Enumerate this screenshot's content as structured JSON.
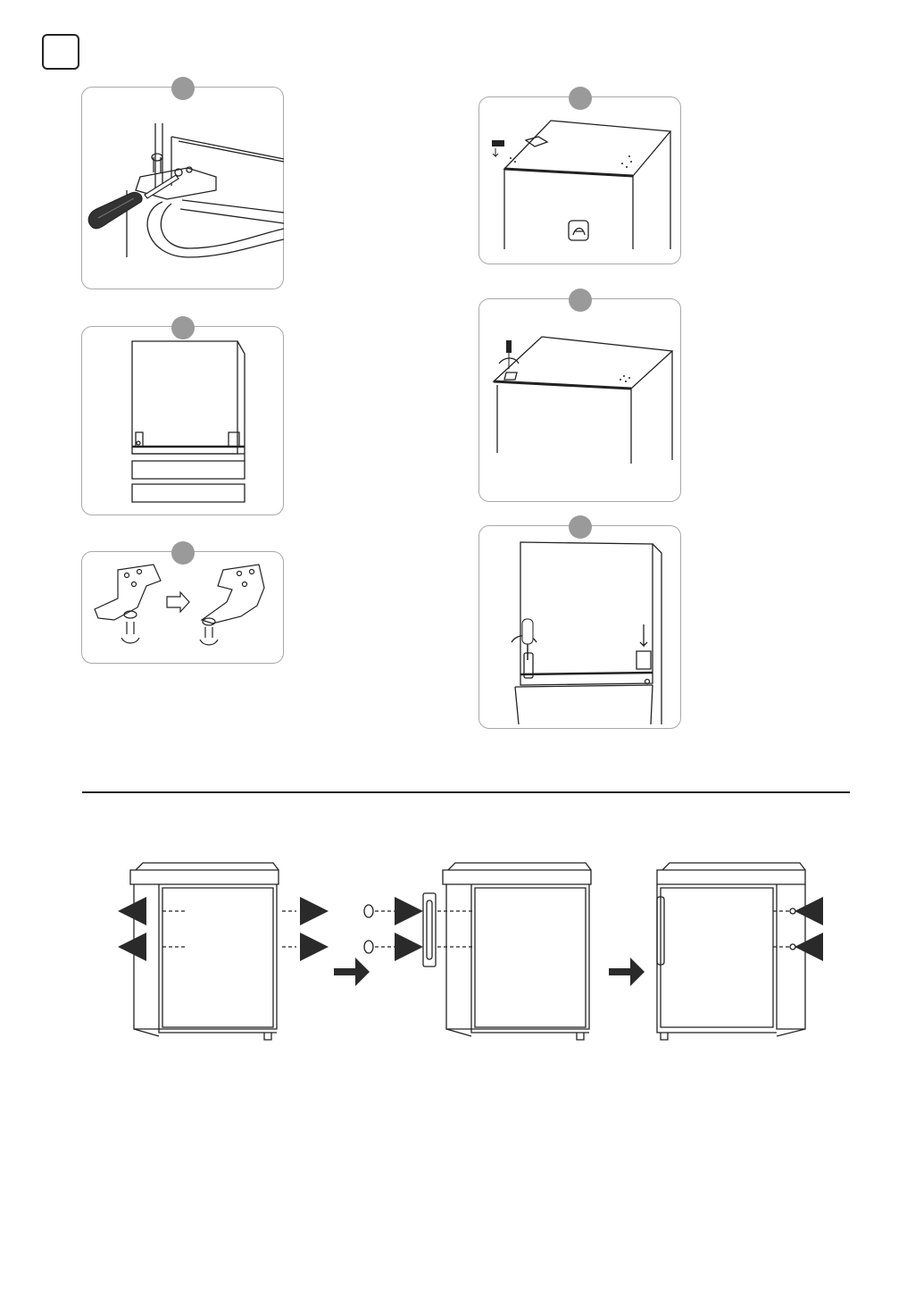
{
  "page": {
    "step_box_label": ""
  },
  "figures": {
    "step_1": {
      "icon": "hinge-screwdriver-closeup"
    },
    "step_2": {
      "icon": "fridge-front-hinges"
    },
    "step_3": {
      "icon": "hinge-bracket-flip"
    },
    "step_4": {
      "icon": "fridge-top-cover-removal"
    },
    "step_5": {
      "icon": "fridge-top-hinge-screw"
    },
    "step_6": {
      "icon": "fridge-door-lower-hinge"
    }
  },
  "handle_reversal": {
    "step_count": 3,
    "arrow_color": "#2a2a2a"
  }
}
